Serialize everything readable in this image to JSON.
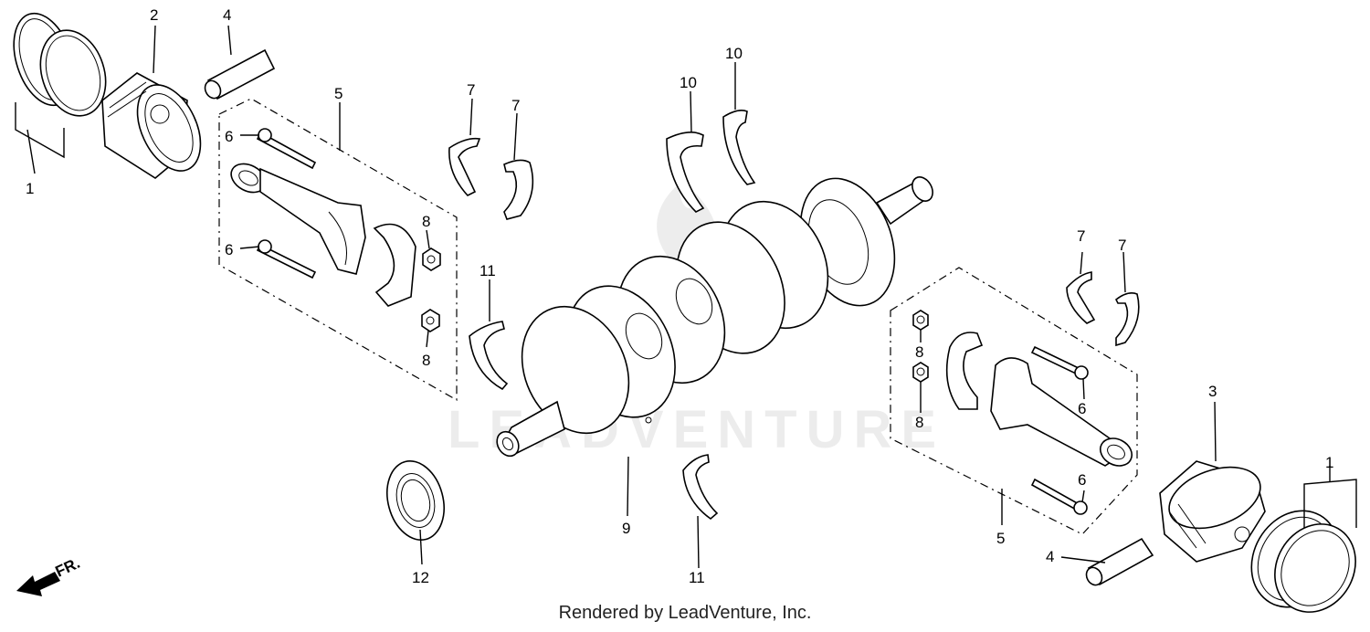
{
  "watermark": "LEADVENTURE",
  "direction_label": "FR.",
  "credit": "Rendered by LeadVenture, Inc.",
  "callouts": {
    "c1a": "1",
    "c1b": "1",
    "c2": "2",
    "c3": "3",
    "c4a": "4",
    "c4b": "4",
    "c5a": "5",
    "c5b": "5",
    "c6a": "6",
    "c6b": "6",
    "c6c": "6",
    "c6d": "6",
    "c7a": "7",
    "c7b": "7",
    "c7c": "7",
    "c7d": "7",
    "c8a": "8",
    "c8b": "8",
    "c8c": "8",
    "c8d": "8",
    "c9": "9",
    "c10a": "10",
    "c10b": "10",
    "c11a": "11",
    "c11b": "11",
    "c12": "12"
  }
}
